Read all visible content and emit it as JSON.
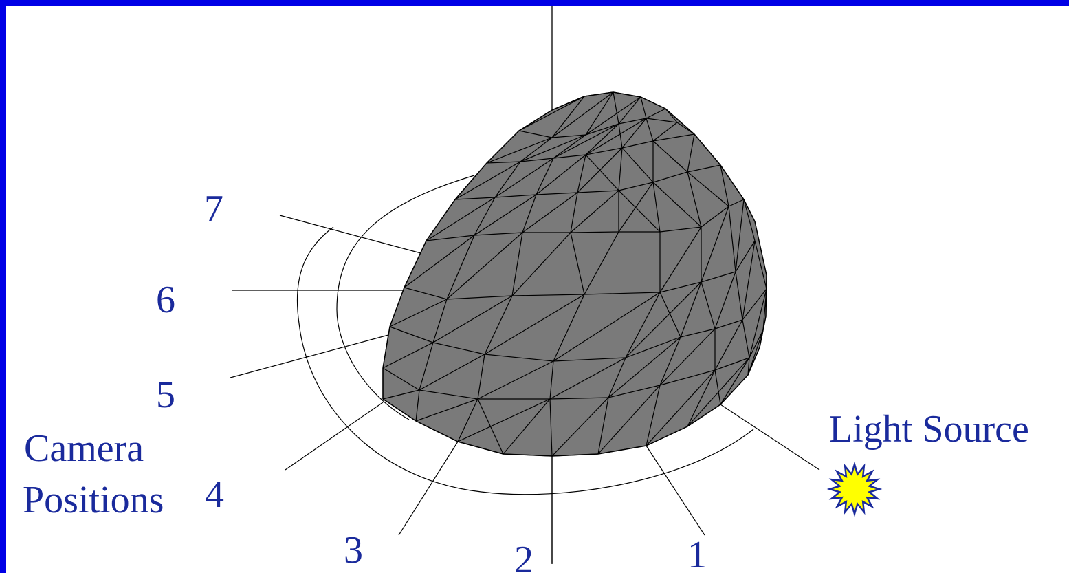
{
  "diagram": {
    "camera_positions": [
      "1",
      "2",
      "3",
      "4",
      "5",
      "6",
      "7"
    ],
    "caption_line1": "Camera",
    "caption_line2": "Positions",
    "light_label": "Light Source",
    "icons": {
      "light": "sun-icon"
    },
    "colors": {
      "border": "#0000e6",
      "label": "#1a2a9c",
      "mesh_fill": "#7a7a7a",
      "mesh_edge": "#000000",
      "sun_fill": "#ffff00",
      "sun_stroke": "#1a2a9c"
    }
  }
}
